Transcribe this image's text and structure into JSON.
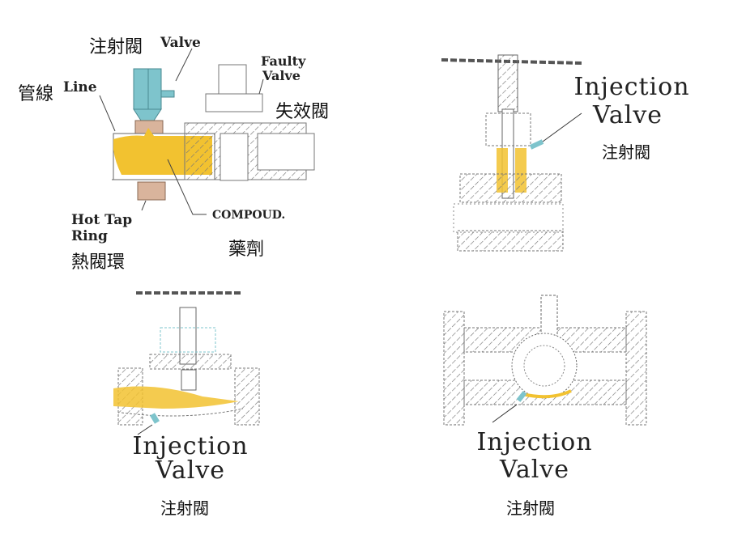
{
  "panels": {
    "hot_tap": {
      "valve_zh": "注射閥",
      "valve_en": "Valve",
      "line_zh": "管線",
      "line_en": "Line",
      "faulty_en_1": "Faulty",
      "faulty_en_2": "Valve",
      "faulty_zh": "失效閥",
      "ring_en_1": "Hot Tap",
      "ring_en_2": "Ring",
      "ring_zh": "熱閥環",
      "compound_en": "COMPOUD.",
      "compound_zh": "藥劑"
    },
    "gate_valve": {
      "title_1": "Injection",
      "title_2": "Valve",
      "zh": "注射閥"
    },
    "globe_valve": {
      "title_1": "Injection",
      "title_2": "Valve",
      "zh": "注射閥"
    },
    "ball_valve": {
      "title_1": "Injection",
      "title_2": "Valve",
      "zh": "注射閥"
    }
  },
  "colors": {
    "compound": "#f2c230",
    "injector": "#7ec4cc",
    "ring": "#d9b49c",
    "line": "#555555"
  }
}
